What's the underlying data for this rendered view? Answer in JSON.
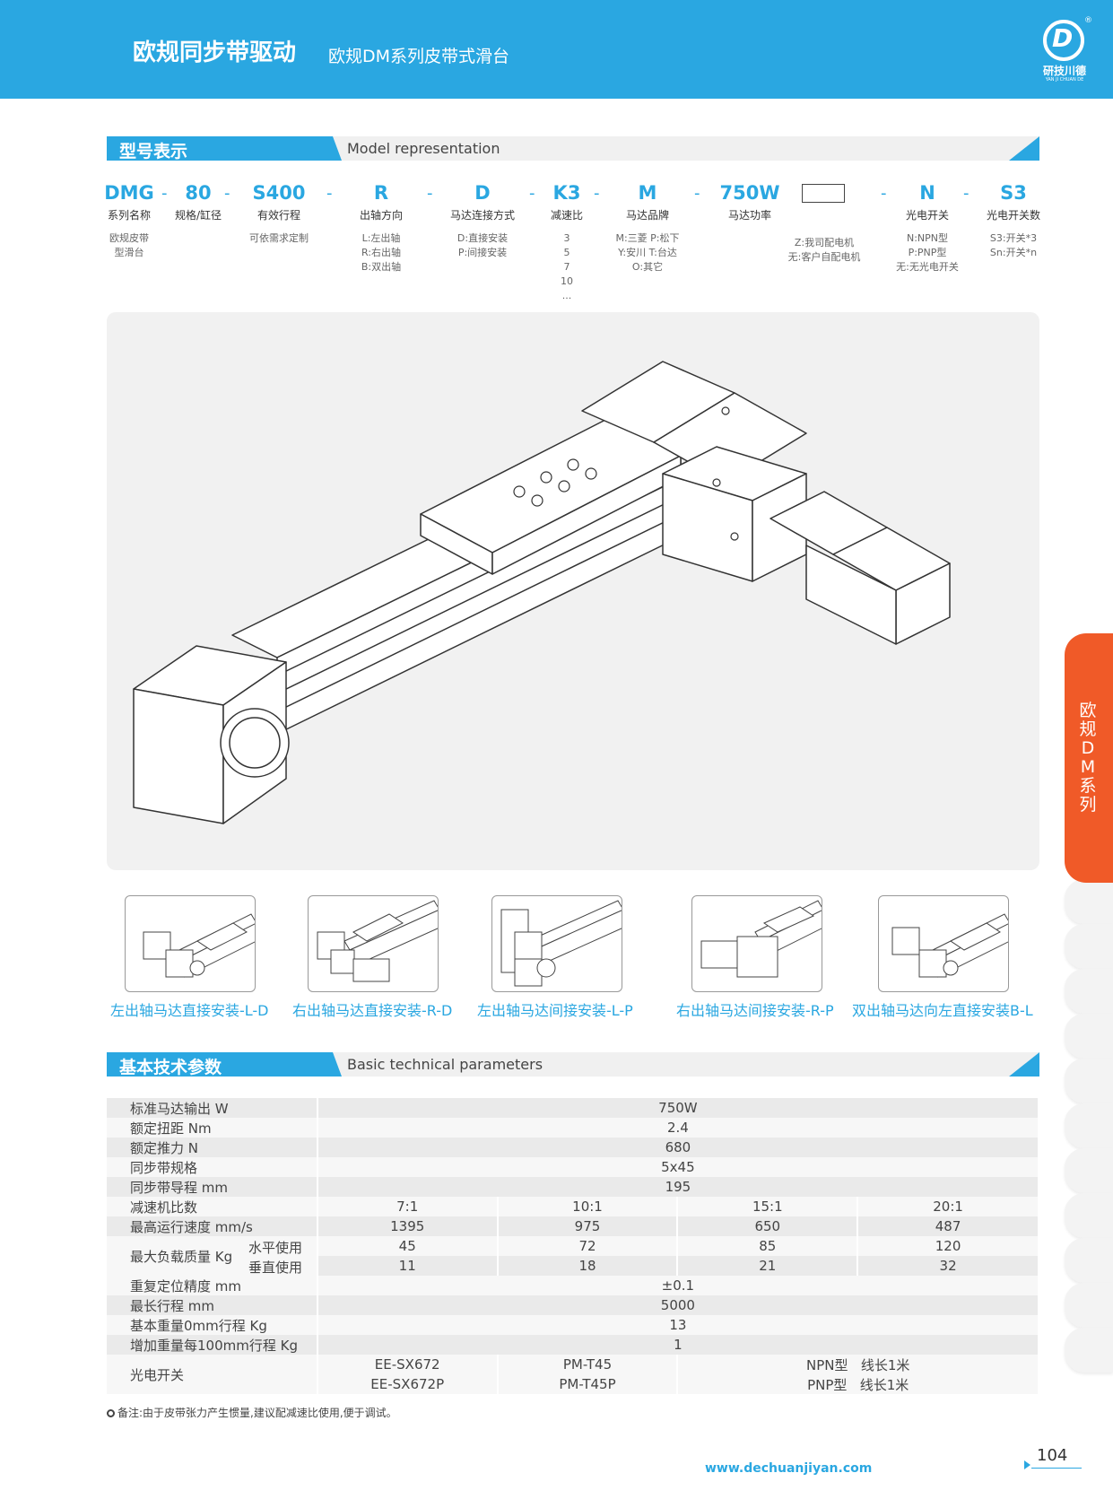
{
  "header": {
    "title": "欧规同步带驱动",
    "subtitle": "欧规DM系列皮带式滑台",
    "logo_cn": "研技川德",
    "logo_en": "YAN JI CHUAN DE",
    "logo_letter": "D",
    "logo_reg": "®"
  },
  "model_section": {
    "title_cn": "型号表示",
    "title_en": "Model representation"
  },
  "model_codes": [
    {
      "code": "DMG",
      "label": "系列名称",
      "desc": "欧规皮带\n型滑台"
    },
    {
      "code": "80",
      "label": "规格/缸径",
      "desc": ""
    },
    {
      "code": "S400",
      "label": "有效行程",
      "desc": "可依需求定制"
    },
    {
      "code": "R",
      "label": "出轴方向",
      "desc": "L:左出轴\nR:右出轴\nB:双出轴"
    },
    {
      "code": "D",
      "label": "马达连接方式",
      "desc": "D:直接安装\nP:间接安装"
    },
    {
      "code": "K3",
      "label": "减速比",
      "desc": "3\n5\n7\n10\n..."
    },
    {
      "code": "M",
      "label": "马达品牌",
      "desc": "M:三菱 P:松下\nY:安川 T:台达\nO:其它"
    },
    {
      "code": "750W",
      "label": "马达功率",
      "desc": ""
    },
    {
      "code": "",
      "label": "",
      "desc": "Z:我司配电机\n无:客户自配电机"
    },
    {
      "code": "N",
      "label": "光电开关",
      "desc": "N:NPN型\nP:PNP型\n无:无光电开关"
    },
    {
      "code": "S3",
      "label": "光电开关数",
      "desc": "S3:开关*3\nSn:开关*n"
    }
  ],
  "dashes": [
    "-",
    "-",
    "-",
    "-",
    "-",
    "-",
    "-",
    "-",
    "-",
    "-"
  ],
  "variants": [
    {
      "caption": "左出轴马达直接安装-L-D"
    },
    {
      "caption": "右出轴马达直接安装-R-D"
    },
    {
      "caption": "左出轴马达间接安装-L-P"
    },
    {
      "caption": "右出轴马达间接安装-R-P"
    },
    {
      "caption": "双出轴马达向左直接安装B-L"
    }
  ],
  "params_section": {
    "title_cn": "基本技术参数",
    "title_en": "Basic technical parameters"
  },
  "params": {
    "motor_output": {
      "label": "标准马达输出 W",
      "value": "750W"
    },
    "torque": {
      "label": "额定扭距 Nm",
      "value": "2.4"
    },
    "thrust": {
      "label": "额定推力 N",
      "value": "680"
    },
    "belt": {
      "label": "同步带规格",
      "value": "5x45"
    },
    "lead": {
      "label": "同步带导程 mm",
      "value": "195"
    },
    "ratio": {
      "label": "减速机比数",
      "values": [
        "7:1",
        "10:1",
        "15:1",
        "20:1"
      ]
    },
    "speed": {
      "label": "最高运行速度 mm/s",
      "values": [
        "1395",
        "975",
        "650",
        "487"
      ]
    },
    "load": {
      "label": "最大负载质量 Kg",
      "horizontal_label": "水平使用",
      "horizontal": [
        "45",
        "72",
        "85",
        "120"
      ],
      "vertical_label": "垂直使用",
      "vertical": [
        "11",
        "18",
        "21",
        "32"
      ]
    },
    "repeat": {
      "label": "重复定位精度 mm",
      "value": "±0.1"
    },
    "max_stroke": {
      "label": "最长行程 mm",
      "value": "5000"
    },
    "base_weight": {
      "label": "基本重量0mm行程 Kg",
      "value": "13"
    },
    "add_weight": {
      "label": "增加重量每100mm行程 Kg",
      "value": "1"
    },
    "sensor": {
      "label": "光电开关",
      "row1": [
        "EE-SX672",
        "PM-T45",
        "NPN型",
        "线长1米"
      ],
      "row2": [
        "EE-SX672P",
        "PM-T45P",
        "PNP型",
        "线长1米"
      ]
    }
  },
  "note": "备注:由于皮带张力产生惯量,建议配减速比使用,便于调试。",
  "footer": {
    "url": "www.dechuanjiyan.com",
    "page": "104"
  },
  "side_tab": "欧规DM系列"
}
